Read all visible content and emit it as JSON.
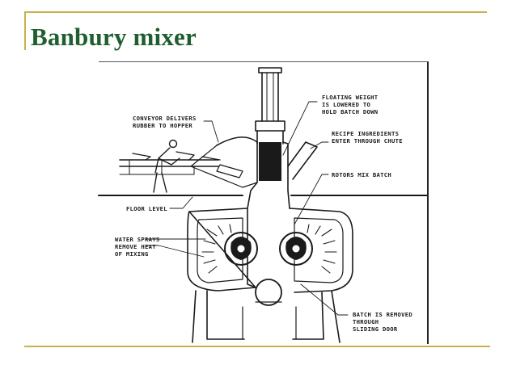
{
  "slide": {
    "title": "Banbury mixer"
  },
  "diagram": {
    "labels": {
      "conveyor": [
        "CONVEYOR DELIVERS",
        "RUBBER TO HOPPER"
      ],
      "floating_weight": [
        "FLOATING WEIGHT",
        "IS LOWERED TO",
        "HOLD BATCH DOWN"
      ],
      "recipe": [
        "RECIPE INGREDIENTS",
        "ENTER THROUGH CHUTE"
      ],
      "rotors": [
        "ROTORS MIX BATCH"
      ],
      "floor": [
        "FLOOR LEVEL"
      ],
      "water": [
        "WATER SPRAYS",
        "REMOVE HEAT",
        "OF MIXING"
      ],
      "batch": [
        "BATCH IS REMOVED",
        "THROUGH",
        "SLIDING DOOR"
      ]
    }
  },
  "colors": {
    "title": "#1f5e2e",
    "rules": "#c9b24a",
    "ink": "#1a1a1a"
  }
}
